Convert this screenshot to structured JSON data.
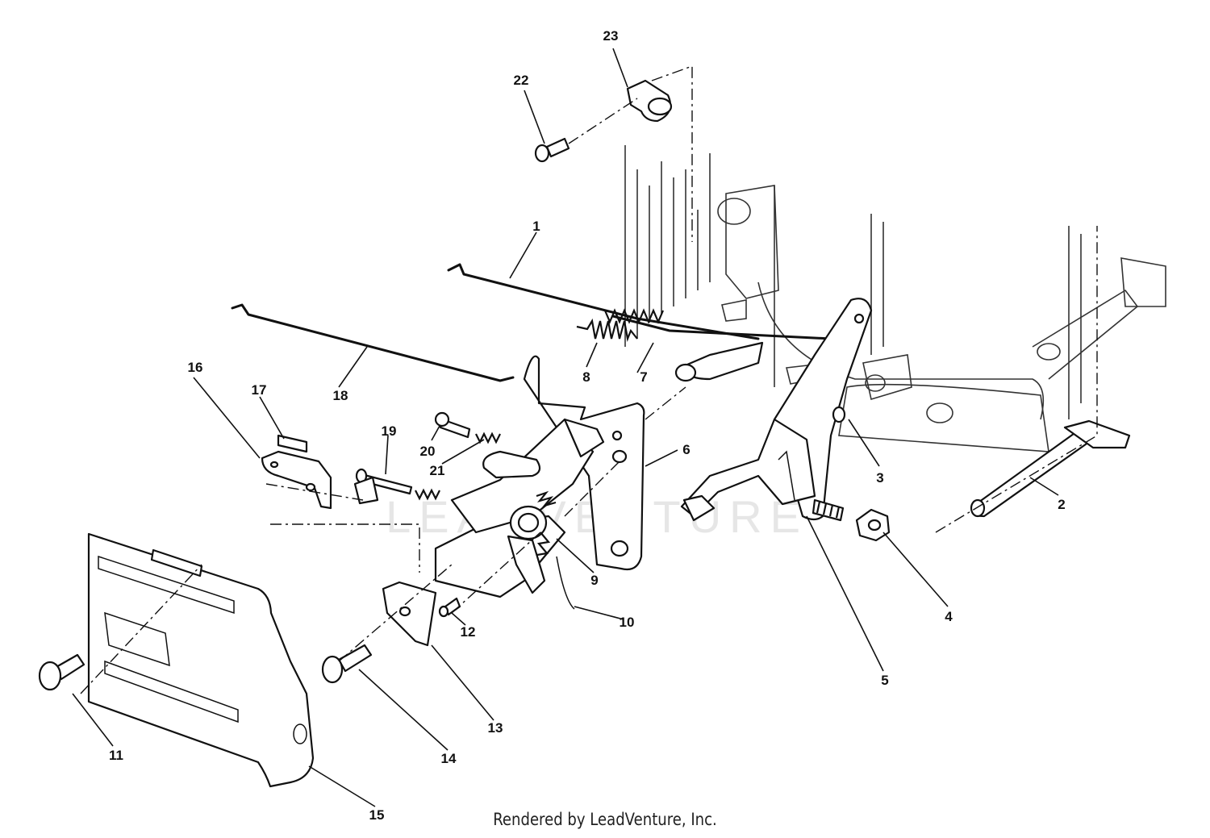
{
  "credit": "Rendered by LeadVenture, Inc.",
  "watermark": "LEADVENTURE",
  "callouts": [
    {
      "id": "1"
    },
    {
      "id": "2"
    },
    {
      "id": "3"
    },
    {
      "id": "4"
    },
    {
      "id": "5"
    },
    {
      "id": "6"
    },
    {
      "id": "7"
    },
    {
      "id": "8"
    },
    {
      "id": "9"
    },
    {
      "id": "10"
    },
    {
      "id": "11"
    },
    {
      "id": "12"
    },
    {
      "id": "13"
    },
    {
      "id": "14"
    },
    {
      "id": "15"
    },
    {
      "id": "16"
    },
    {
      "id": "17"
    },
    {
      "id": "18"
    },
    {
      "id": "19"
    },
    {
      "id": "20"
    },
    {
      "id": "21"
    },
    {
      "id": "22"
    },
    {
      "id": "23"
    }
  ]
}
